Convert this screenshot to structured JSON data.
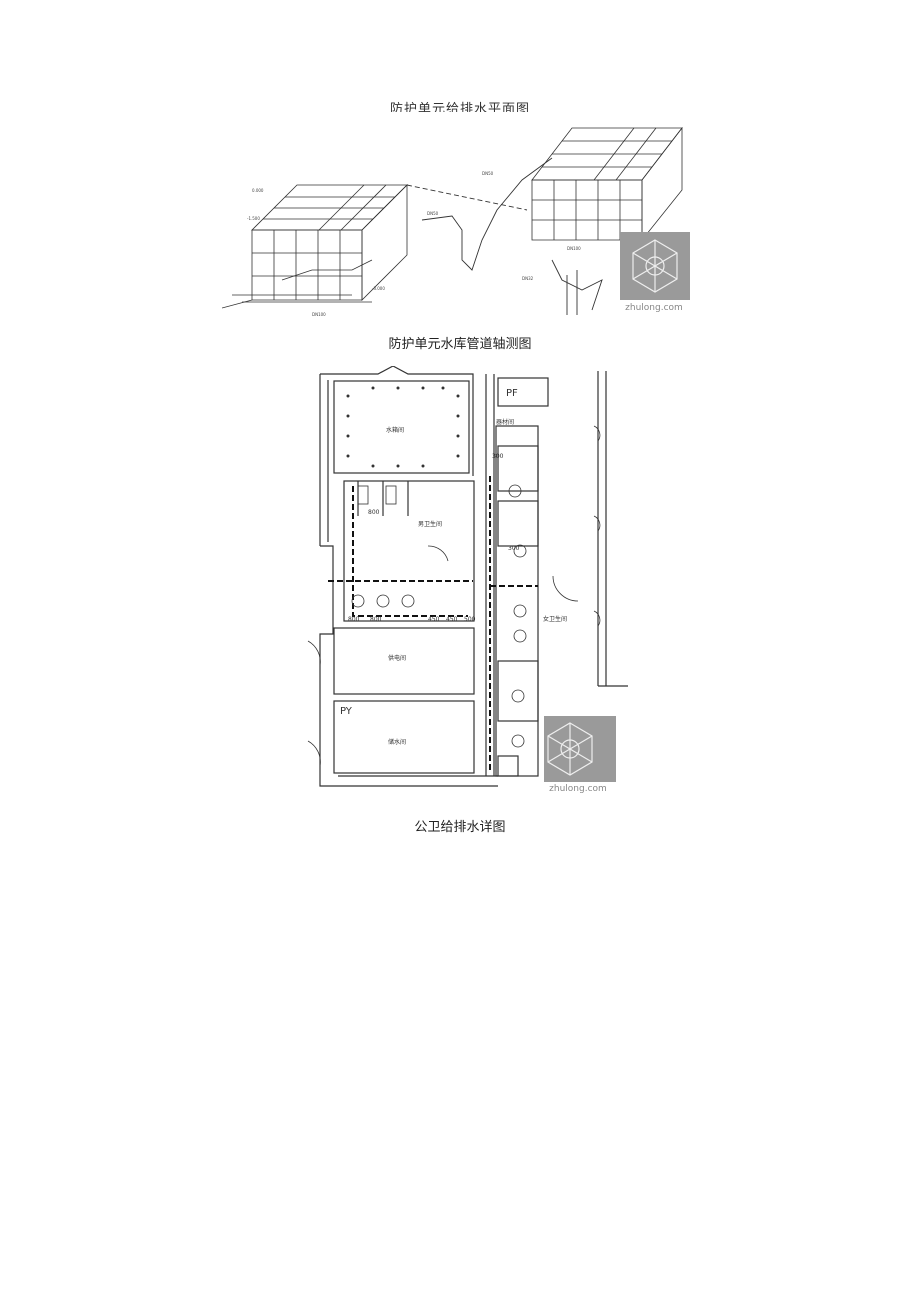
{
  "page": {
    "top_caption_partial": "防护单元给排水平面图",
    "figure1": {
      "caption": "防护单元水库管道轴测图",
      "watermark": "zhulong.com"
    },
    "figure2": {
      "caption": "公卫给排水详图",
      "watermark": "zhulong.com",
      "room_labels": {
        "pf": "PF",
        "py": "PY",
        "pool": "水箱间",
        "male_wc": "男卫生间",
        "female_wc": "女卫生间",
        "room_a": "器材间",
        "room_b": "供电间",
        "room_c": "储水间"
      },
      "dimensions": [
        "800",
        "800",
        "450",
        "450",
        "500",
        "800",
        "300",
        "300"
      ]
    }
  }
}
